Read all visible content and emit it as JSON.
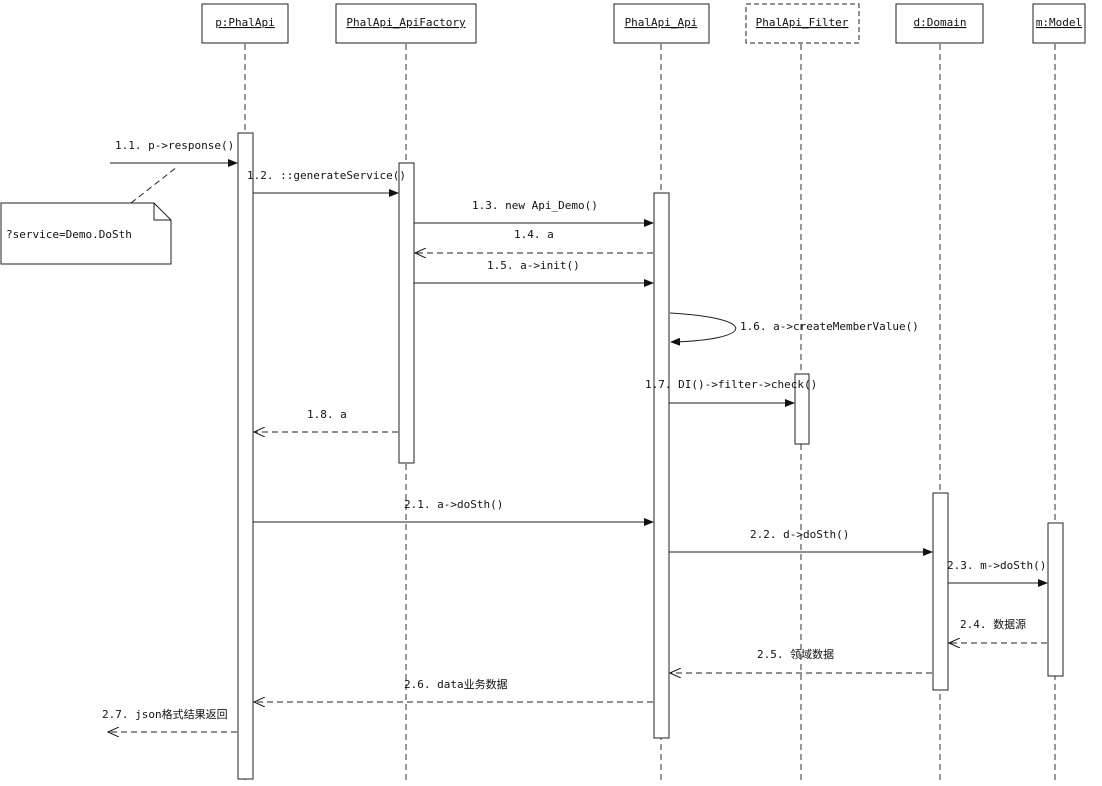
{
  "participants": [
    {
      "id": "p",
      "label": "p:PhalApi"
    },
    {
      "id": "factory",
      "label": "PhalApi_ApiFactory"
    },
    {
      "id": "api",
      "label": "PhalApi_Api"
    },
    {
      "id": "filter",
      "label": "PhalApi_Filter"
    },
    {
      "id": "domain",
      "label": "d:Domain"
    },
    {
      "id": "model",
      "label": "m:Model"
    }
  ],
  "note": {
    "text": "?service=Demo.DoSth"
  },
  "messages": [
    {
      "label": "1.1. p->response()",
      "from": "external",
      "to": "p",
      "style": "sync"
    },
    {
      "label": "1.2. ::generateService()",
      "from": "p",
      "to": "factory",
      "style": "sync"
    },
    {
      "label": "1.3. new Api_Demo()",
      "from": "factory",
      "to": "api",
      "style": "sync"
    },
    {
      "label": "1.4. a",
      "from": "api",
      "to": "factory",
      "style": "return"
    },
    {
      "label": "1.5. a->init()",
      "from": "factory",
      "to": "api",
      "style": "sync"
    },
    {
      "label": "1.6. a->createMemberValue()",
      "from": "api",
      "to": "api",
      "style": "self"
    },
    {
      "label": "1.7. DI()->filter->check()",
      "from": "api",
      "to": "filter",
      "style": "sync"
    },
    {
      "label": "1.8. a",
      "from": "factory",
      "to": "p",
      "style": "return"
    },
    {
      "label": "2.1. a->doSth()",
      "from": "p",
      "to": "api",
      "style": "sync"
    },
    {
      "label": "2.2. d->doSth()",
      "from": "api",
      "to": "domain",
      "style": "sync"
    },
    {
      "label": "2.3. m->doSth()",
      "from": "domain",
      "to": "model",
      "style": "sync"
    },
    {
      "label": "2.4. 数据源",
      "from": "model",
      "to": "domain",
      "style": "return"
    },
    {
      "label": "2.5. 领域数据",
      "from": "domain",
      "to": "api",
      "style": "return"
    },
    {
      "label": "2.6. data业务数据",
      "from": "api",
      "to": "p",
      "style": "return"
    },
    {
      "label": "2.7. json格式结果返回",
      "from": "p",
      "to": "external",
      "style": "return"
    }
  ]
}
